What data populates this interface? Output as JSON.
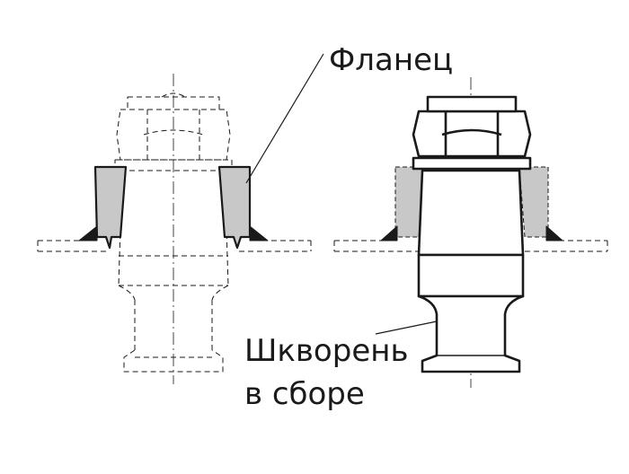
{
  "labels": {
    "flange": "Фланец",
    "kingpin_line1": "Шкворень",
    "kingpin_line2": "в сборе"
  },
  "colors": {
    "stroke": "#1a1a1a",
    "flange_fill": "#c8c8c8",
    "background": "#ffffff"
  },
  "views": [
    {
      "id": "disassembled",
      "style": "dashed-outline"
    },
    {
      "id": "assembled",
      "style": "solid"
    }
  ]
}
